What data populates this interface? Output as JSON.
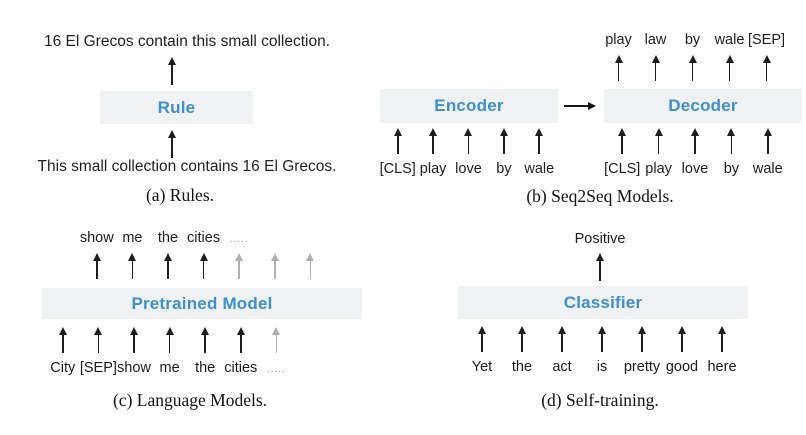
{
  "figure": {
    "colors": {
      "accent_blue": "#3e8fcb",
      "box_bg": "#f0f1f2",
      "arrow_black": "#1d1d1d",
      "arrow_gray": "#b0b0b0"
    },
    "panels": {
      "rules": {
        "output_sentence": "16 El Grecos contain this small collection.",
        "box_label": "Rule",
        "input_sentence": "This small collection contains 16 El Grecos.",
        "caption": "(a) Rules."
      },
      "seq2seq": {
        "encoder_label": "Encoder",
        "decoder_label": "Decoder",
        "decoder_outputs": [
          "play",
          "law",
          "by",
          "wale",
          "[SEP]"
        ],
        "encoder_inputs": [
          "[CLS]",
          "play",
          "love",
          "by",
          "wale"
        ],
        "decoder_inputs": [
          "[CLS]",
          "play",
          "love",
          "by",
          "wale"
        ],
        "caption": "(b) Seq2Seq Models."
      },
      "language_models": {
        "box_label": "Pretrained Model",
        "outputs": [
          {
            "label": "show"
          },
          {
            "label": "me"
          },
          {
            "label": "the"
          },
          {
            "label": "cities"
          },
          {
            "label": ".....",
            "gray": true,
            "dots": true
          },
          {
            "label": "",
            "gray": true
          },
          {
            "label": "",
            "gray": true
          }
        ],
        "inputs": [
          {
            "label": "City"
          },
          {
            "label": "[SEP]"
          },
          {
            "label": "show"
          },
          {
            "label": "me"
          },
          {
            "label": "the"
          },
          {
            "label": "cities"
          },
          {
            "label": ".....",
            "gray": true,
            "dots": true
          }
        ],
        "caption": "(c) Language Models."
      },
      "self_training": {
        "output_label": "Positive",
        "box_label": "Classifier",
        "inputs": [
          "Yet",
          "the",
          "act",
          "is",
          "pretty",
          "good",
          "here"
        ],
        "caption": "(d) Self-training."
      }
    }
  }
}
